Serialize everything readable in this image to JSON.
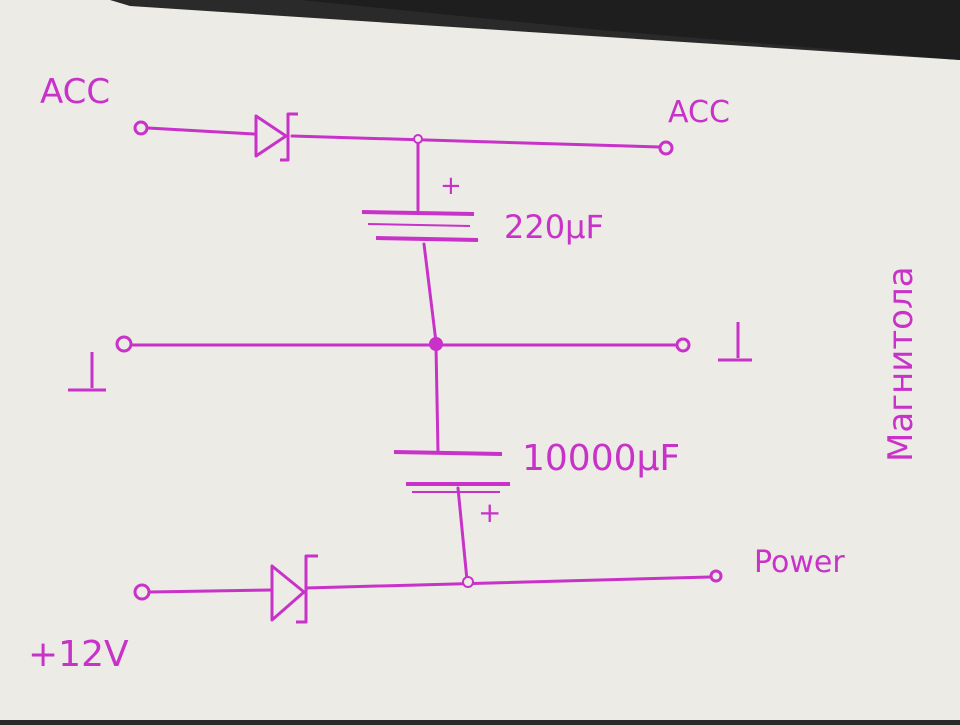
{
  "colors": {
    "ink": "#c832c8",
    "paper": "#ecebe6",
    "background": "#2a2a2a"
  },
  "labels": {
    "acc_in": "ACC",
    "acc_out": "ACC",
    "cap_top": "220µF",
    "cap_bottom": "10000µF",
    "cap_top_plus": "+",
    "cap_bottom_plus": "+",
    "ground_left": "⊥",
    "ground_right": "⊥",
    "power_out": "Power",
    "supply_in": "+12V",
    "device": "Магнитола"
  },
  "components": [
    {
      "name": "diode-acc",
      "type": "diode"
    },
    {
      "name": "diode-12v",
      "type": "diode"
    },
    {
      "name": "capacitor-220uF",
      "type": "electrolytic-capacitor"
    },
    {
      "name": "capacitor-10000uF",
      "type": "electrolytic-capacitor"
    }
  ]
}
